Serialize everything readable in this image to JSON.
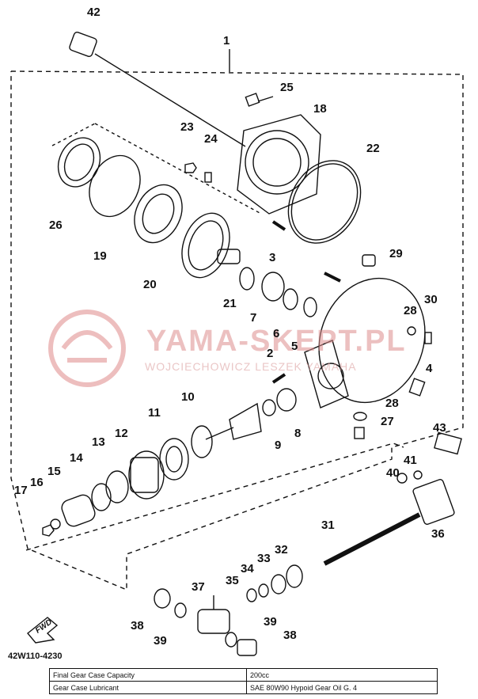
{
  "watermark": {
    "title": "YAMA-SKEPT.PL",
    "subtitle": "WOJCIECHOWICZ LESZEK YAMAHA"
  },
  "diagram_code": "42W110-4230",
  "fwd_label": "FWD",
  "group_label": "1",
  "callouts": [
    "42",
    "25",
    "18",
    "23",
    "24",
    "22",
    "26",
    "19",
    "20",
    "3",
    "29",
    "21",
    "7",
    "6",
    "5",
    "28",
    "30",
    "2",
    "4",
    "10",
    "11",
    "12",
    "13",
    "14",
    "15",
    "16",
    "17",
    "9",
    "8",
    "28",
    "27",
    "43",
    "41",
    "40",
    "31",
    "36",
    "35",
    "34",
    "33",
    "32",
    "37",
    "38",
    "39",
    "39",
    "38"
  ],
  "spec_table": [
    {
      "label": "Final Gear Case Capacity",
      "value": "200cc"
    },
    {
      "label": "Gear Case Lubricant",
      "value": "SAE 80W90 Hypoid Gear Oil G. 4"
    }
  ],
  "colors": {
    "line": "#111111",
    "watermark": "#e08a8a"
  }
}
